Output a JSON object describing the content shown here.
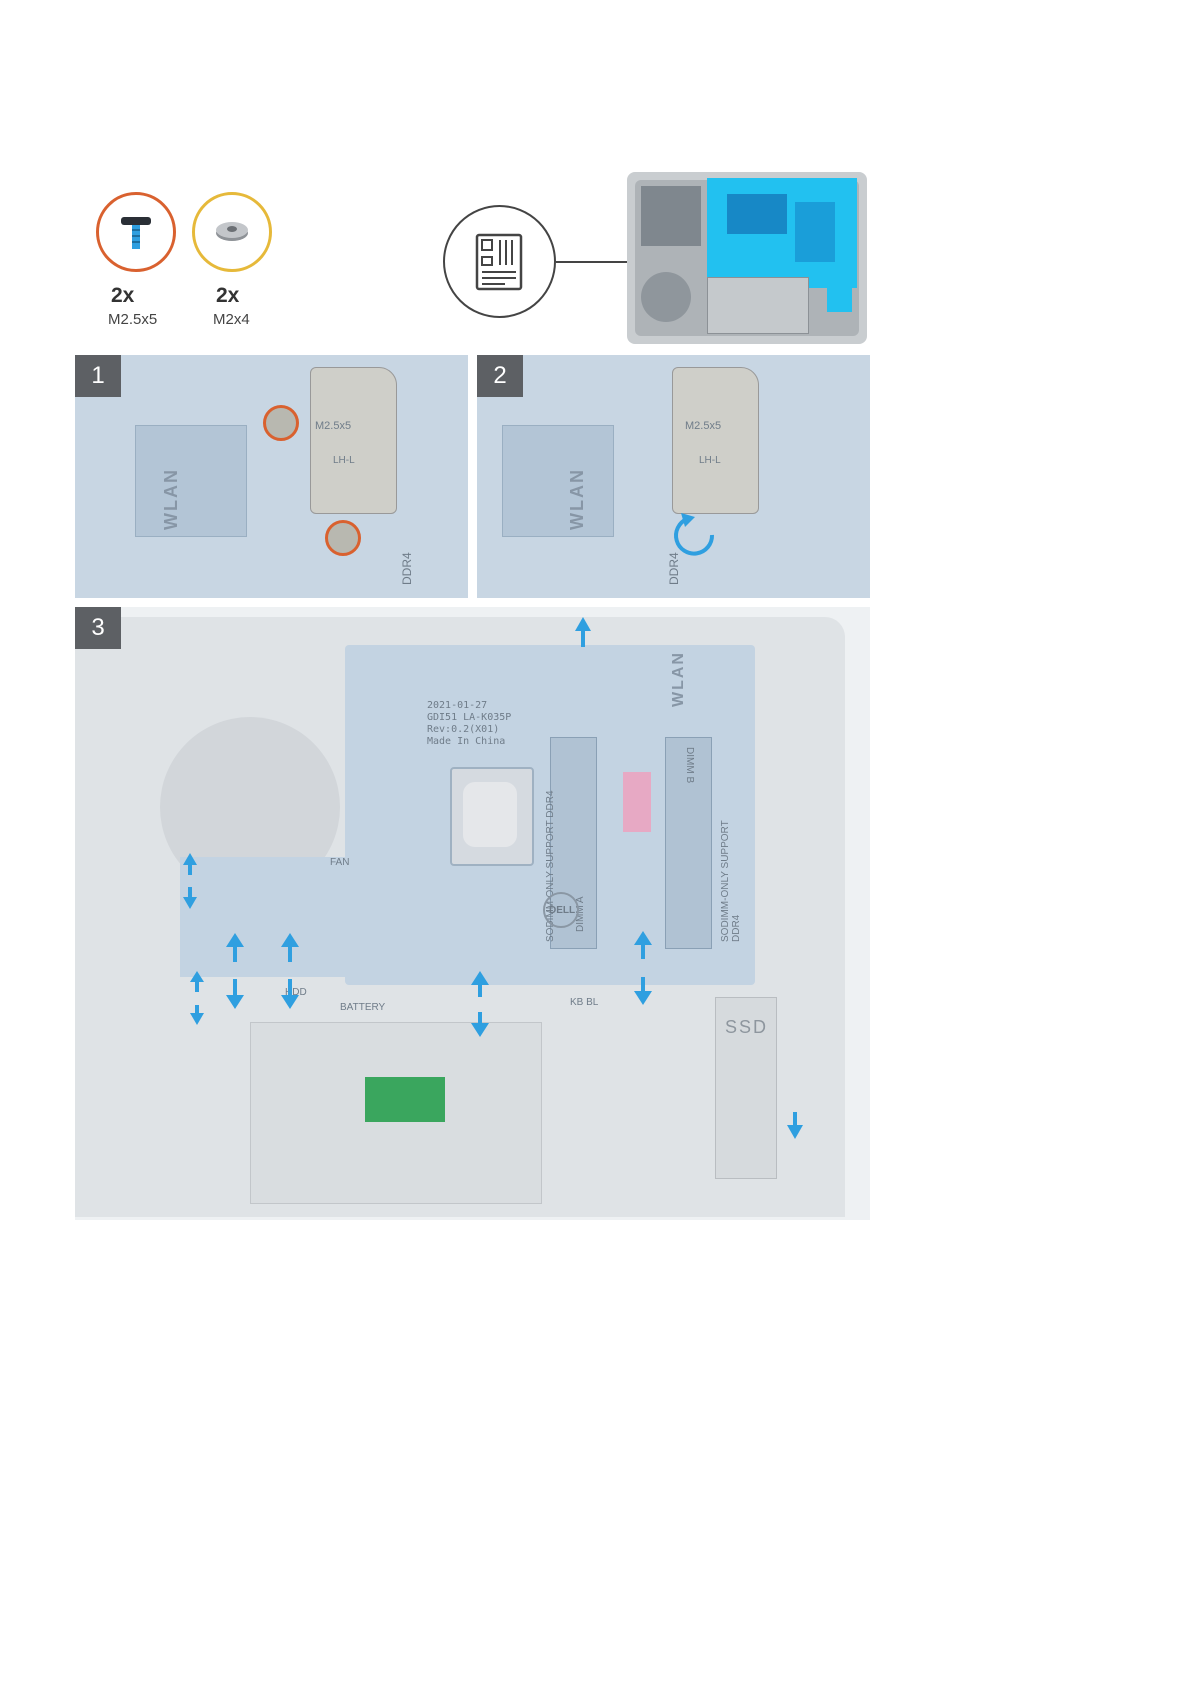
{
  "screws": [
    {
      "qty": "2x",
      "type": "M2.5x5",
      "ring_color": "#d9612f",
      "icon": "screw-pan-head-icon"
    },
    {
      "qty": "2x",
      "type": "M2x4",
      "ring_color": "#e6b93a",
      "icon": "screw-wafer-head-icon"
    }
  ],
  "callout": {
    "icon": "motherboard-icon"
  },
  "steps": [
    {
      "number": "1",
      "labels": {
        "wlan": "WLAN",
        "hinge_screw": "M2.5x5",
        "hinge_mark": "LH-L",
        "ddr": "DDR4"
      }
    },
    {
      "number": "2",
      "labels": {
        "wlan": "WLAN",
        "hinge_screw": "M2.5x5",
        "hinge_mark": "LH-L",
        "ddr": "DDR4"
      }
    },
    {
      "number": "3",
      "labels": {
        "wlan": "WLAN",
        "ssd": "SSD",
        "dimm_a": "DIMM A",
        "dimm_b": "DIMM B",
        "sodimm_a": "SODIMM-ONLY SUPPORT DDR4",
        "sodimm_b": "SODIMM-ONLY SUPPORT DDR4",
        "battery": "BATTERY",
        "fan": "FAN",
        "hdd": "HDD",
        "kbbl": "KB BL",
        "board_date": "2021-01-27",
        "board_id": "GDI51 LA-K035P",
        "board_rev": "Rev:0.2(X01)",
        "board_made": "Made In China",
        "dell": "DELL"
      }
    }
  ],
  "colors": {
    "accent_blue": "#2f9fe0",
    "panel_bg": "#e9eef2",
    "badge": "#5d6064"
  }
}
